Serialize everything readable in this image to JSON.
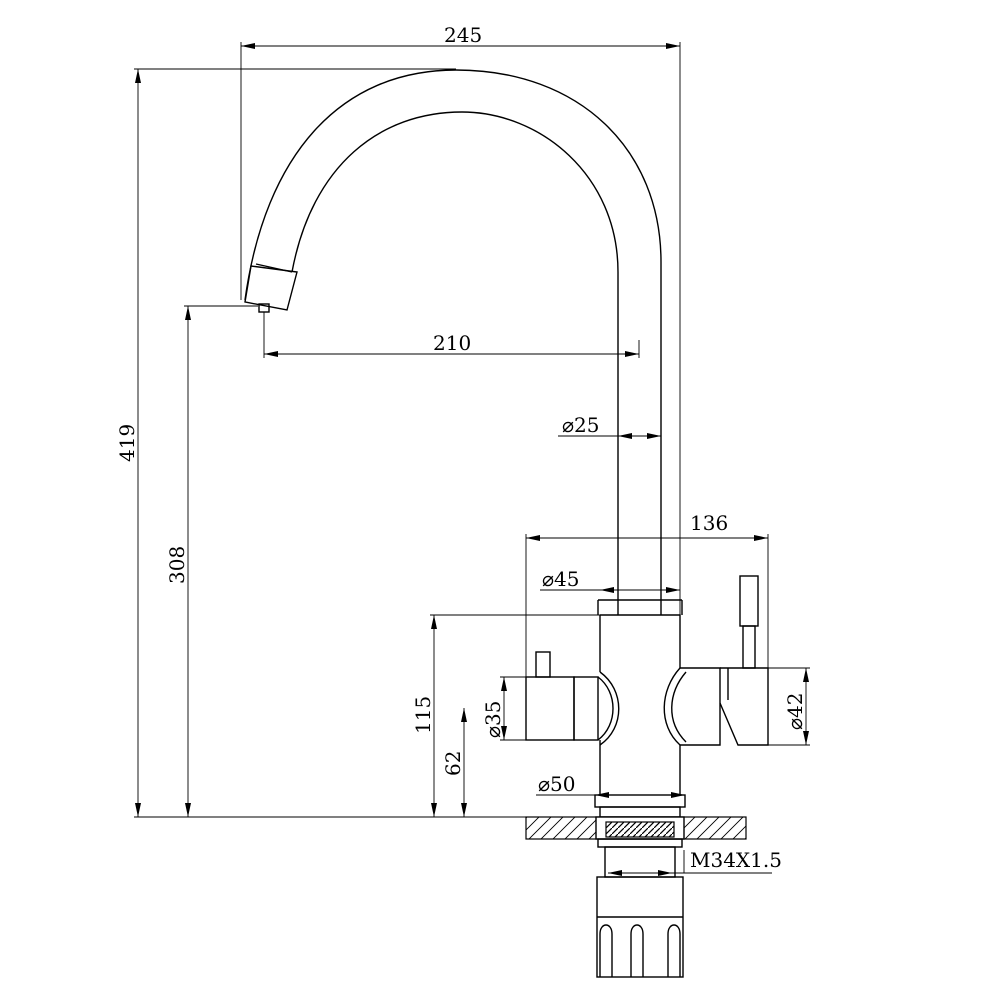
{
  "dimensions": {
    "overall_reach": "245",
    "spout_reach": "210",
    "spout_diameter": "⌀25",
    "body_width": "136",
    "body_diameter": "⌀45",
    "left_handle_diameter": "⌀35",
    "right_handle_diameter": "⌀42",
    "base_diameter": "⌀50",
    "thread": "M34X1.5",
    "total_height": "419",
    "outlet_height": "308",
    "body_height": "115",
    "handle_axis_height": "62"
  }
}
